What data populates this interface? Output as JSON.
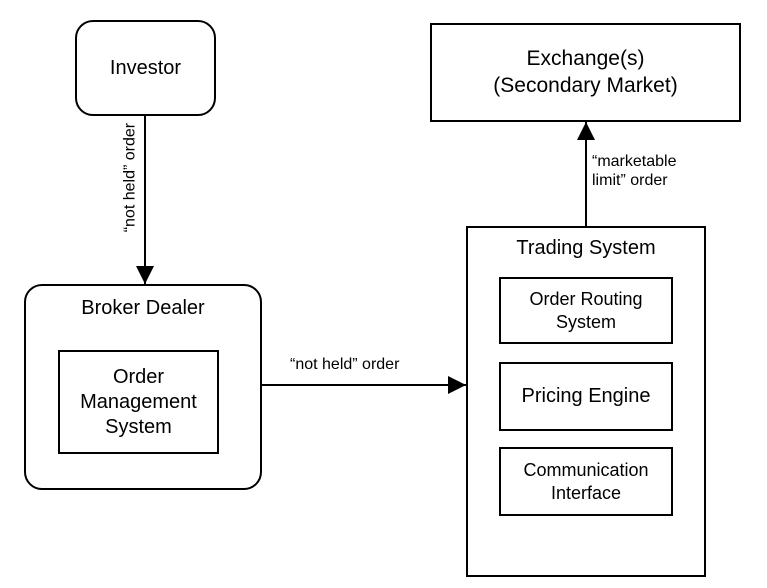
{
  "nodes": {
    "investor": "Investor",
    "exchange": "Exchange(s)\n(Secondary Market)",
    "broker_dealer": "Broker Dealer",
    "oms": "Order\nManagement\nSystem",
    "trading_system": "Trading System",
    "order_routing": "Order Routing\nSystem",
    "pricing_engine": "Pricing Engine",
    "communication": "Communication\nInterface"
  },
  "edges": {
    "investor_to_broker": "“not held” order",
    "broker_to_trading": "“not held” order",
    "trading_to_exchange": "“marketable\nlimit” order"
  }
}
